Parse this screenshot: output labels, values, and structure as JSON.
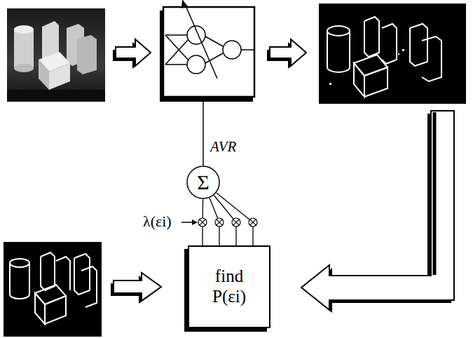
{
  "diagram": {
    "nodes": [
      {
        "text": [
          "Σ"
        ]
      },
      {
        "text": [
          "find P(εi)"
        ]
      }
    ],
    "edges": [
      {
        "from": 1,
        "to": 0,
        "arrow": "none"
      },
      {
        "from": 1,
        "to": 0,
        "arrow": "none"
      },
      {
        "from": 1,
        "to": 0,
        "arrow": "none"
      },
      {
        "from": 1,
        "to": 0,
        "arrow": "none"
      }
    ],
    "labels": [
      "AVR",
      "λ(εi)"
    ]
  }
}
